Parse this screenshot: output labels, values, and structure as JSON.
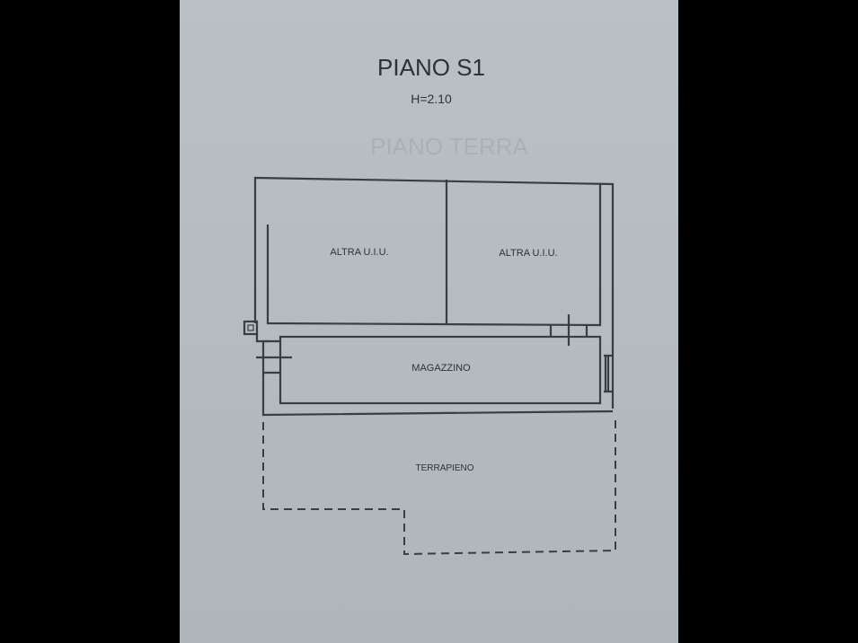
{
  "title": "PIANO S1",
  "height_label": "H=2.10",
  "ghost_text": "PIANO TERRA",
  "rooms": {
    "room_1": "ALTRA U.I.U.",
    "room_2": "ALTRA U.I.U.",
    "storage": "MAGAZZINO",
    "fill": "TERRAPIENO"
  },
  "colors": {
    "paper": "#b5bcc2",
    "ink": "#2e3236"
  }
}
